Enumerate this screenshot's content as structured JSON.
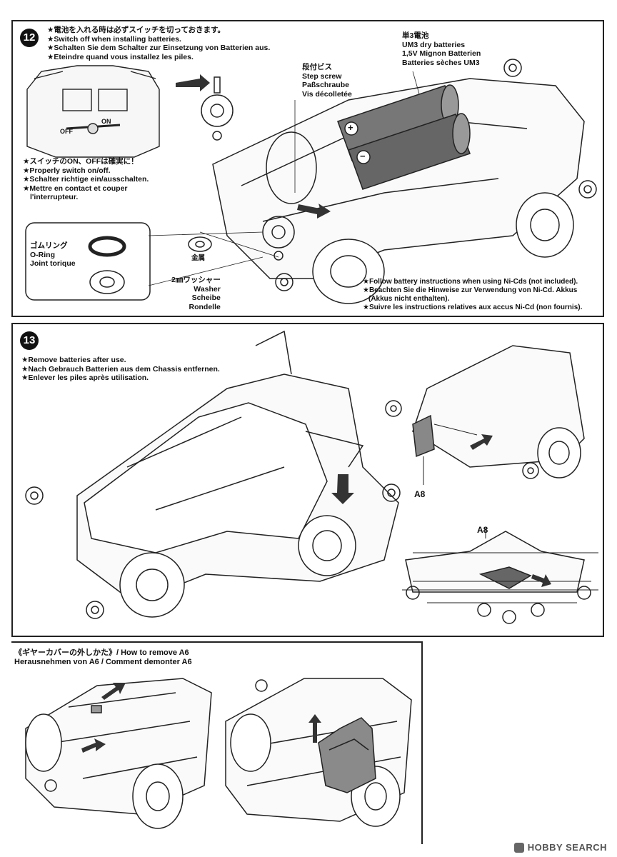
{
  "step12": {
    "number": "12",
    "install_notes": [
      "★電池を入れる時は必ずスイッチを切っておきます。",
      "★Switch off when installing batteries.",
      "★Schalten Sie dem Schalter zur Einsetzung von Batterien aus.",
      "★Eteindre quand vous installez les piles."
    ],
    "battery_label": [
      "単3電池",
      "UM3 dry batteries",
      "1,5V Mignon Batterien",
      "Batteries sèches UM3"
    ],
    "screw_label": [
      "段付ビス",
      "Step screw",
      "Paßschraube",
      "Vis décolletée"
    ],
    "switch_notes": [
      "★スイッチのON、OFFは確実に！",
      "★Properly switch on/off.",
      "★Schalter richtige ein/ausschalten.",
      "★Mettre en contact et couper",
      "l'interrupteur."
    ],
    "switch_off": "OFF",
    "switch_on": "ON",
    "oring_label": [
      "ゴムリング",
      "O-Ring",
      "Joint torique"
    ],
    "metal_label": "金属",
    "washer_label": [
      "2㎜ワッシャー",
      "Washer",
      "Scheibe",
      "Rondelle"
    ],
    "nicd_notes": [
      "★Follow battery instructions when using Ni-Cds (not included).",
      "★Beachten Sie die Hinweise zur Verwendung von Ni-Cd. Akkus",
      "(Akkus nicht enthalten).",
      "★Suivre les instructions relatives aux accus Ni-Cd (non fournis)."
    ],
    "plus": "+",
    "minus": "−"
  },
  "step13": {
    "number": "13",
    "notes": [
      "★Remove batteries after use.",
      "★Nach Gebrauch Batterien aus dem Chassis entfernen.",
      "★Enlever les piles après utilisation."
    ],
    "part_a8": "A8",
    "part_a8_b": "A8"
  },
  "remove_a6": {
    "title": [
      "《ギヤーカバーの外しかた》/ How to remove A6",
      "Herausnehmen von A6 / Comment demonter A6"
    ]
  },
  "watermark": "HOBBY SEARCH"
}
